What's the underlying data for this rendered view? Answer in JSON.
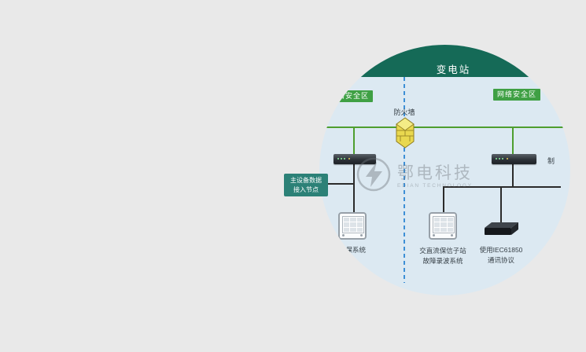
{
  "page": {
    "background": "#e9e9e9"
  },
  "diagram": {
    "title": "变电站",
    "zone_left": "网络安全区",
    "zone_right": "网络安全区",
    "firewall_label": "防火墙",
    "clipped_right_label": "制",
    "node_box": {
      "line1": "主设备数据",
      "line2": "接入节点"
    },
    "labels": {
      "left_device": "继保系统",
      "mid_device_line1": "交直流保信子站",
      "mid_device_line2": "故障录波系统",
      "right_device_line1": "使用IEC61850",
      "right_device_line2": "通讯协议"
    },
    "watermark": {
      "name": "鄂电科技",
      "sub": "EDIAN TECHNOLOGY"
    }
  },
  "colors": {
    "header_green": "#156a57",
    "body_blue": "#dce9f2",
    "zone_green": "#3fa044",
    "bus_green": "#4e9e2f",
    "divider_blue": "#3d8fd6",
    "node_box_teal": "#2c8177",
    "line_dark": "#2b2b2b",
    "text_dark": "#374047"
  }
}
